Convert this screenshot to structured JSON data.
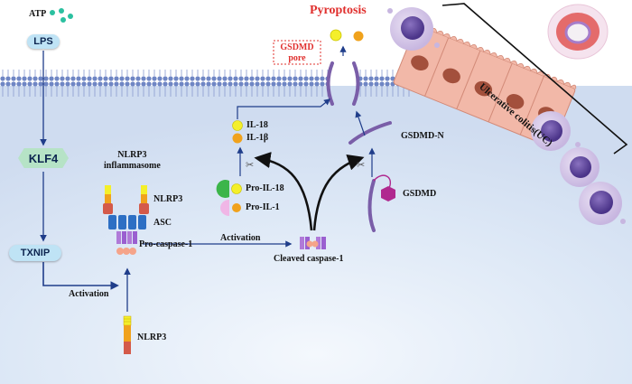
{
  "labels": {
    "atp": "ATP",
    "lps": "LPS",
    "klf4": "KLF4",
    "txnip": "TXNIP",
    "activation_left": "Activation",
    "nlrp3_bottom": "NLRP3",
    "inflammasome_title_line1": "NLRP3",
    "inflammasome_title_line2": "inflammasome",
    "nlrp3_part": "NLRP3",
    "asc_part": "ASC",
    "procaspase_part": "Pro-caspase-1",
    "activation_mid": "Activation",
    "cleaved_caspase": "Cleaved caspase-1",
    "il18": "IL-18",
    "il1b": "IL-1β",
    "pro_il18": "Pro-IL-18",
    "pro_il1": "Pro-IL-1",
    "gsdmd": "GSDMD",
    "gsdmd_n": "GSDMD-N",
    "pore_line1": "GSDMD",
    "pore_line2": "pore",
    "pyroptosis": "Pyroptosis",
    "uc": "Ulcerative colitis(UC)"
  },
  "colors": {
    "background": "#dfe9f7",
    "membrane_head": "#6f86c4",
    "arrow": "#1f3d8a",
    "title_red": "#e0302e",
    "pill_fill": "#bfe3f5",
    "klf4_fill": "#b6e3c6",
    "gsdmd_purple": "#7a5ea8",
    "inflammasome_blue": "#2d6fc4",
    "procaspase_pink": "#f5a48a",
    "il18_yellow": "#f4ef2a",
    "il1b_orange": "#f0a21c",
    "green": "#3cb54a",
    "pink_light": "#f0b6e6",
    "cell_purple": "#9b8ac4"
  }
}
